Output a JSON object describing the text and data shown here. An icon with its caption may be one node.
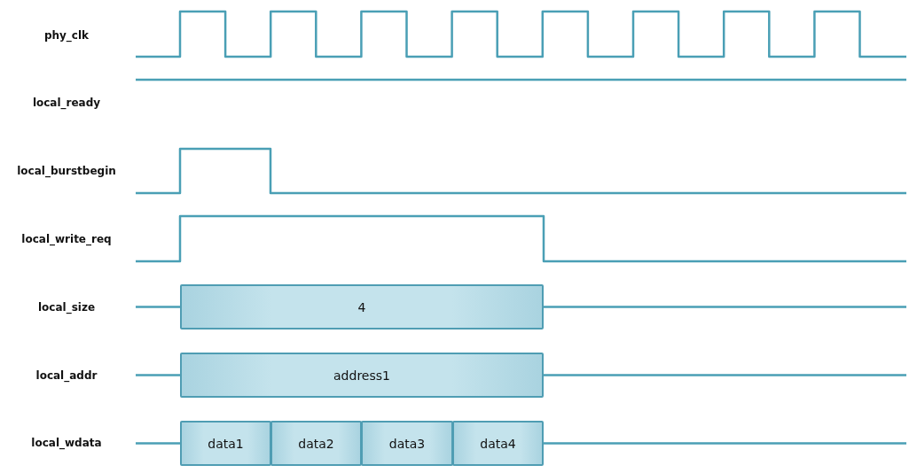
{
  "diagram": {
    "nodes": [
      {
        "text": [
          "4"
        ]
      },
      {
        "text": [
          "address1"
        ]
      },
      {
        "text": [
          "data1"
        ]
      },
      {
        "text": [
          "data2"
        ]
      },
      {
        "text": [
          "data3"
        ]
      },
      {
        "text": [
          "data4"
        ]
      }
    ],
    "labels": [
      "phy_clk",
      "local_ready",
      "local_burstbegin",
      "local_write_req",
      "local_size",
      "local_addr",
      "local_wdata"
    ]
  }
}
